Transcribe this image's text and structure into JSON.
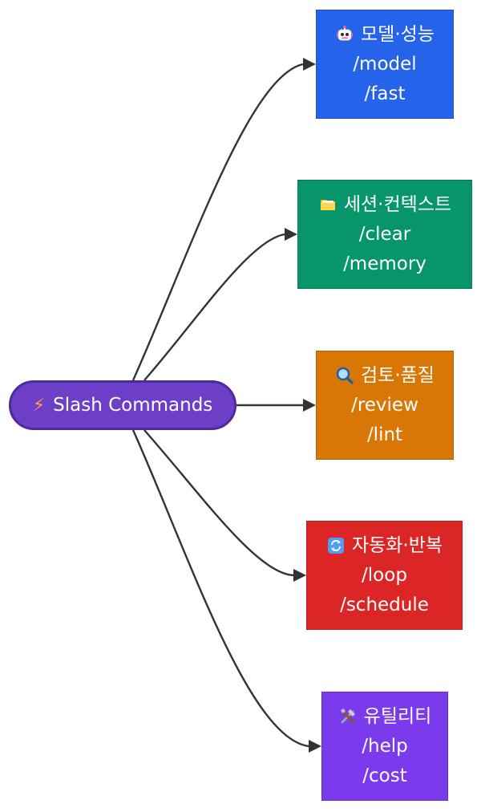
{
  "root": {
    "icon": "lightning-bolt-icon",
    "label": "Slash Commands",
    "color": "#6d3fc8",
    "border_color": "#4c2a98"
  },
  "categories": [
    {
      "icon": "robot-icon",
      "title": "모델·성능",
      "commands": [
        "/model",
        "/fast"
      ],
      "color": "#2563eb"
    },
    {
      "icon": "folder-icon",
      "title": "세션·컨텍스트",
      "commands": [
        "/clear",
        "/memory"
      ],
      "color": "#079669"
    },
    {
      "icon": "magnifier-icon",
      "title": "검토·품질",
      "commands": [
        "/review",
        "/lint"
      ],
      "color": "#d97706"
    },
    {
      "icon": "repeat-icon",
      "title": "자동화·반복",
      "commands": [
        "/loop",
        "/schedule"
      ],
      "color": "#dc2626"
    },
    {
      "icon": "tools-icon",
      "title": "유틸리티",
      "commands": [
        "/help",
        "/cost"
      ],
      "color": "#7c3aed"
    }
  ]
}
